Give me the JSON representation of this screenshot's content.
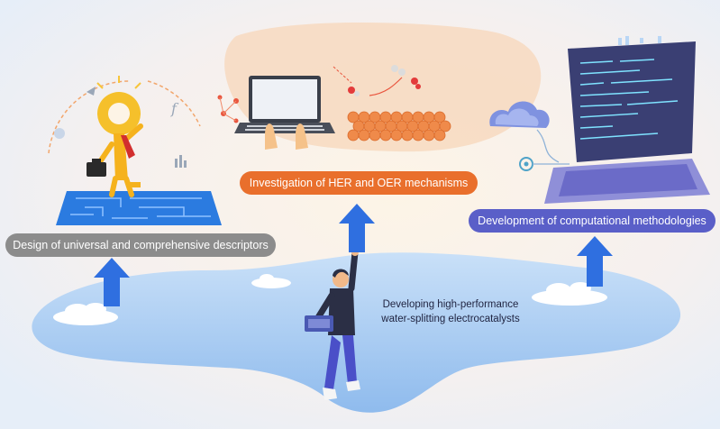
{
  "labels": {
    "descriptors": "Design of universal and comprehensive descriptors",
    "mechanisms": "Investigation of HER and OER mechanisms",
    "methodologies": "Development of computational methodologies",
    "center_line1": "Developing high-performance",
    "center_line2": "water-splitting electrocatalysts"
  },
  "colors": {
    "pill_gray": "#8c8c8c",
    "pill_orange": "#e96f2c",
    "pill_purple": "#5a5fc8",
    "arrow_blue": "#2f6fe0",
    "cloud_blue": "#a9ccf3",
    "peach": "#f9dcc4"
  },
  "icons": {
    "descriptor_scene": "key-maze-icon",
    "mechanism_scene": "laptop-molecules-icon",
    "methodology_scene": "laptop-code-cloud-icon",
    "center_figure": "person-holding-laptop-icon"
  }
}
